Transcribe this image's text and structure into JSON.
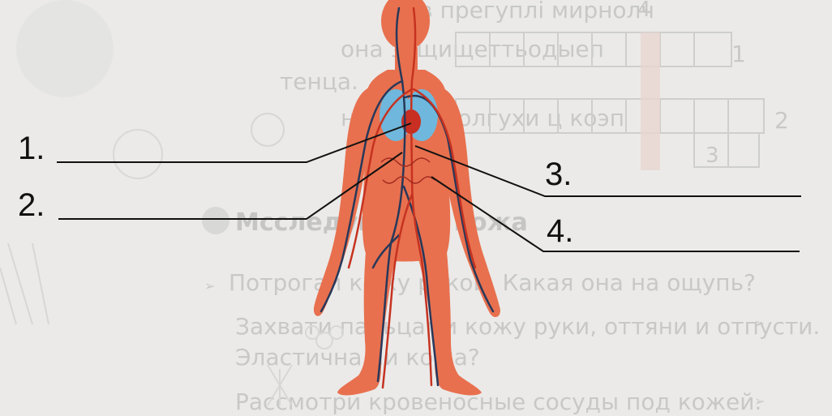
{
  "labels": [
    "1.",
    "2.",
    "3.",
    "4."
  ],
  "background_text": {
    "line1": "ов прегуплі мирнолч",
    "line2": "она защищеттьодыеп",
    "line3": "тенца.",
    "line4": "носит ноголгухи ц коэп",
    "section_title": "Мсследуй твоя кожа",
    "task1": "Потрогай кожу рукой. Какая она на ощупь?",
    "task2": "Захвати пальцами кожу руки, оттяни и отпусти.",
    "task2b": "Эластична ли кожа?",
    "task3": "Рассмотри кровеносные сосуды под кожей."
  },
  "grid_numbers": [
    "1",
    "2",
    "3",
    "4"
  ],
  "colors": {
    "background": "#ebeae8",
    "body": "#e8704e",
    "artery": "#d23a26",
    "vein": "#27385a",
    "lungs": "#6fb7dc",
    "heart": "#c92e22",
    "leader": "#111111",
    "ghost_text": "#b9b9b9"
  }
}
